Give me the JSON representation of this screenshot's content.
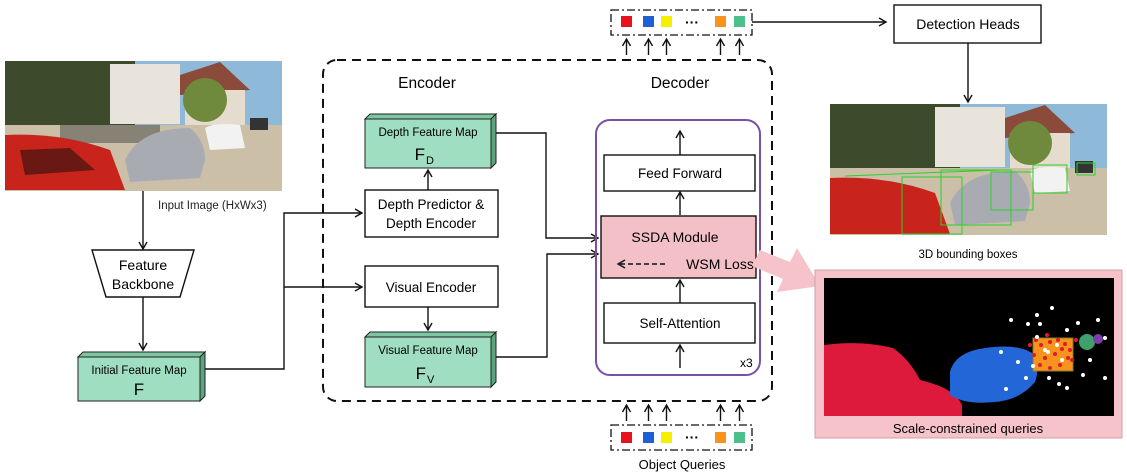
{
  "diagram": {
    "input": {
      "caption": "Input Image (HxWx3)"
    },
    "backbone": {
      "line1": "Feature",
      "line2": "Backbone"
    },
    "initial_feature_map": {
      "title": "Initial Feature Map",
      "symbol": "F"
    },
    "encoder": {
      "title": "Encoder",
      "depth_predictor_line1": "Depth Predictor &",
      "depth_predictor_line2": "Depth Encoder",
      "depth_feature_map": {
        "title": "Depth Feature Map",
        "symbol": "F",
        "subscript": "D"
      },
      "visual_encoder": "Visual Encoder",
      "visual_feature_map": {
        "title": "Visual Feature Map",
        "symbol": "F",
        "subscript": "V"
      }
    },
    "decoder": {
      "title": "Decoder",
      "feed_forward": "Feed Forward",
      "ssda_module": "SSDA Module",
      "wsm_loss": "WSM Loss",
      "self_attention": "Self-Attention",
      "repeat": "x3"
    },
    "object_queries": {
      "caption": "Object Queries",
      "ellipsis": "···",
      "colors": [
        "#e8121c",
        "#1f5fd6",
        "#f5f000",
        "#f7941d",
        "#4cc08a"
      ]
    },
    "detection_heads": "Detection Heads",
    "output": {
      "caption": "3D bounding boxes"
    },
    "scale_panel": {
      "caption": "Scale-constrained queries"
    },
    "colors": {
      "feature_map_green": "#9fdec0",
      "feature_map_side": "#5aa57f",
      "ssda_pink": "#f4c0c8",
      "decoder_border": "#7b4fa8",
      "panel_pink": "#f6c3ca"
    }
  }
}
